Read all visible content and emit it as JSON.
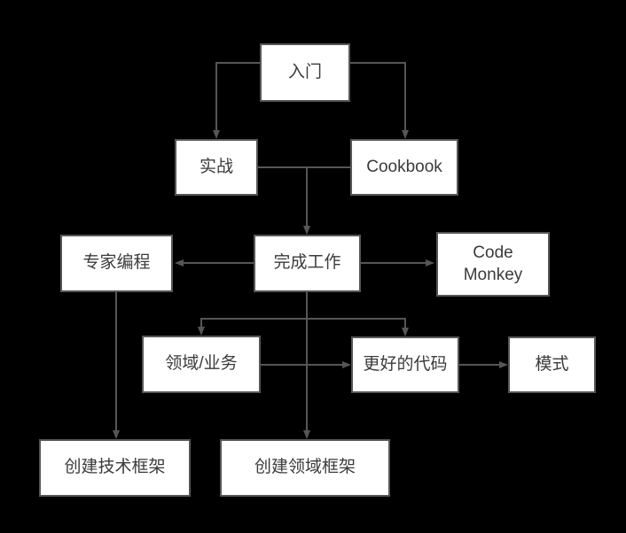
{
  "diagram": {
    "title": "learning-path-flowchart",
    "nodes": {
      "getting_started": "入门",
      "practice": "实战",
      "cookbook": "Cookbook",
      "expert_programming": "专家编程",
      "get_work_done": "完成工作",
      "code_monkey": "Code\nMonkey",
      "domain_business": "领域/业务",
      "better_code": "更好的代码",
      "patterns": "模式",
      "create_tech_framework": "创建技术框架",
      "create_domain_framework": "创建领域框架"
    },
    "edges": [
      {
        "from": "getting_started",
        "to": "practice"
      },
      {
        "from": "getting_started",
        "to": "cookbook"
      },
      {
        "from": "practice",
        "to": "cookbook",
        "style": "plain"
      },
      {
        "from": "practice_cookbook_junction",
        "to": "get_work_done"
      },
      {
        "from": "get_work_done",
        "to": "expert_programming"
      },
      {
        "from": "get_work_done",
        "to": "code_monkey"
      },
      {
        "from": "get_work_done",
        "to": "domain_business"
      },
      {
        "from": "get_work_done",
        "to": "better_code"
      },
      {
        "from": "get_work_done",
        "to": "create_domain_framework"
      },
      {
        "from": "domain_business",
        "to": "better_code"
      },
      {
        "from": "better_code",
        "to": "patterns"
      },
      {
        "from": "expert_programming",
        "to": "create_tech_framework"
      }
    ]
  },
  "colors": {
    "bg": "#000000",
    "node-bg": "#ffffff",
    "node-border": "#565656",
    "node-text": "#3b3b3b",
    "connector": "#565656"
  }
}
